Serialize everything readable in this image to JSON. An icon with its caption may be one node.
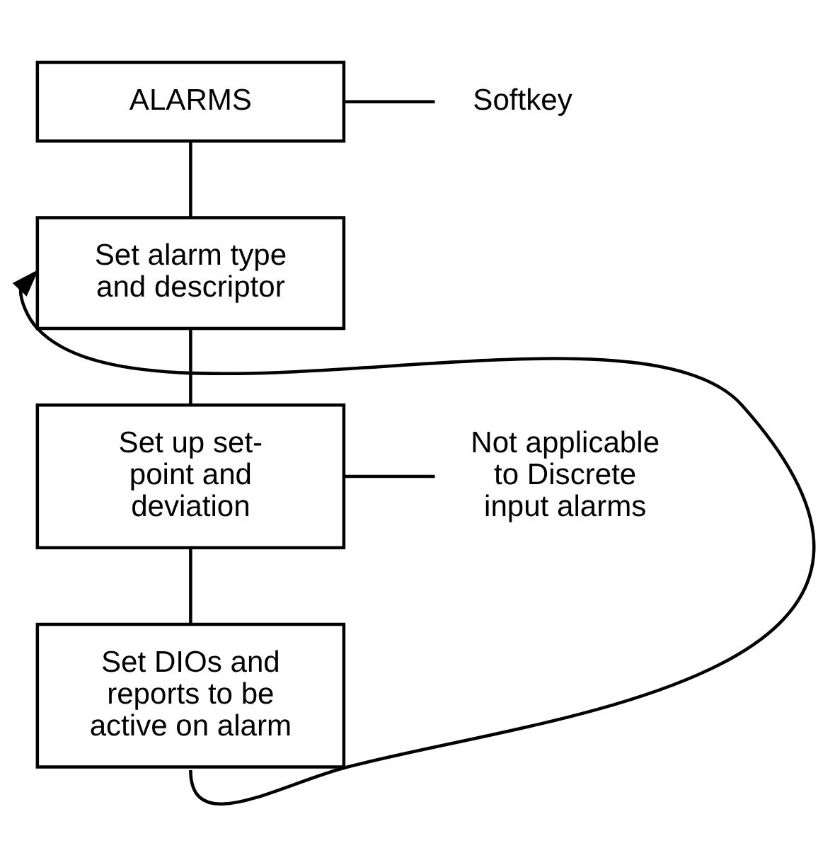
{
  "diagram": {
    "nodes": [
      {
        "text": [
          "ALARMS"
        ]
      },
      {
        "text": [
          "Softkey"
        ]
      },
      {
        "text": [
          "Set alarm type and descriptor"
        ]
      },
      {
        "text": [
          "Set up set- point and deviation"
        ]
      },
      {
        "text": [
          "Not applicable to Discrete input alarms"
        ]
      },
      {
        "text": [
          "Set DIOs and reports to be active on alarm"
        ]
      }
    ],
    "edges": [
      {
        "from": 0,
        "to": 1,
        "arrow": "none"
      },
      {
        "from": 0,
        "to": 2,
        "arrow": "none"
      },
      {
        "from": 2,
        "to": 3,
        "arrow": "none"
      },
      {
        "from": 3,
        "to": 4,
        "arrow": "none"
      },
      {
        "from": 3,
        "to": 5,
        "arrow": "none"
      },
      {
        "from": 5,
        "to": 2,
        "arrow": "to"
      }
    ]
  }
}
